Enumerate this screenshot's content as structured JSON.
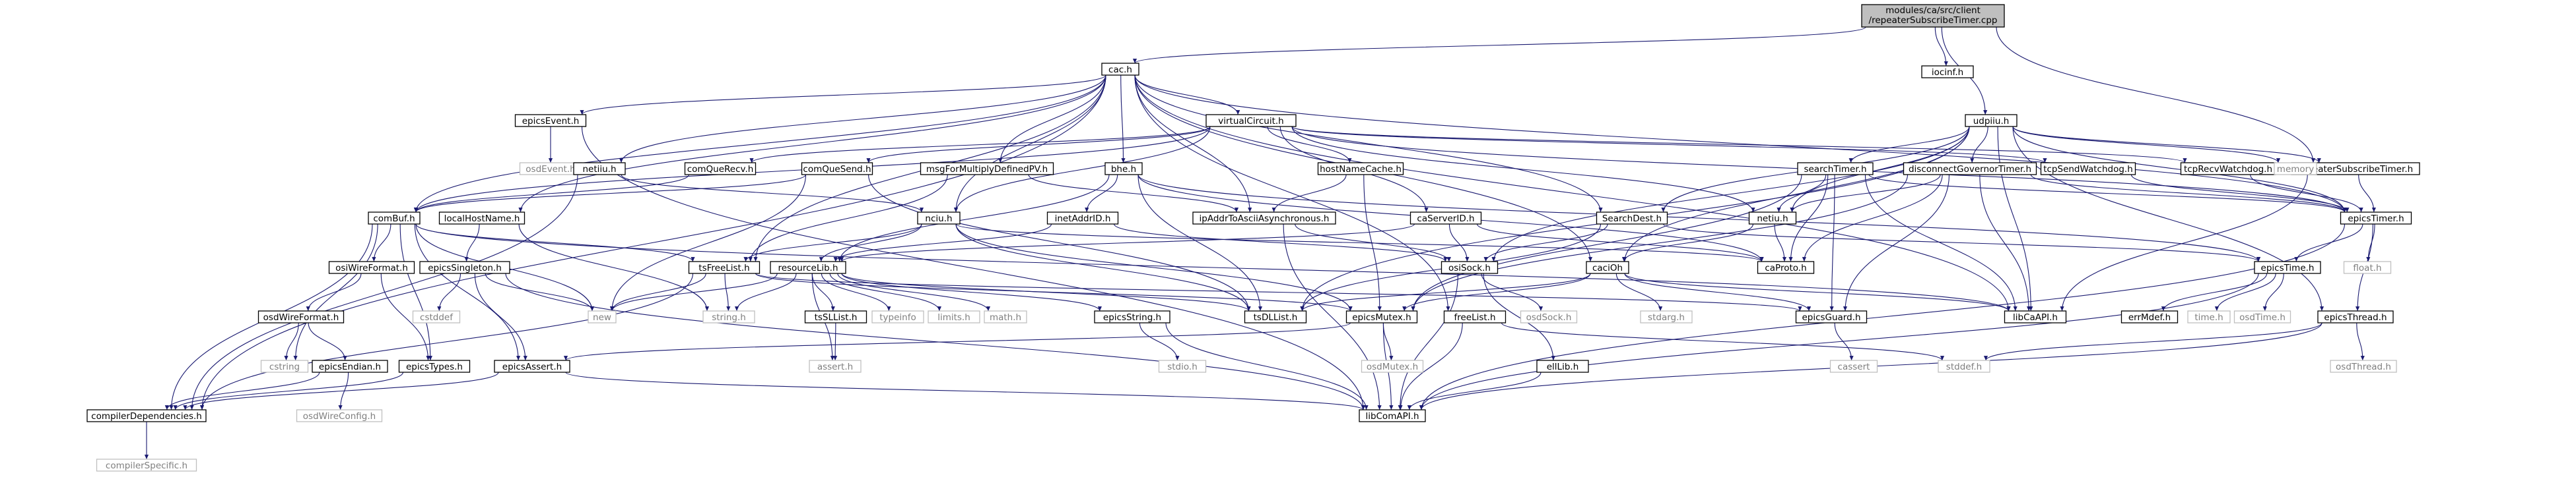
{
  "colors": {
    "edge": "#191970",
    "node_border": "#000000",
    "node_fill": "#ffffff",
    "external_border": "#bfbfbf",
    "external_text": "#7f7f7f",
    "root_fill": "#bfbfbf",
    "text": "#000000"
  },
  "nodes": [
    {
      "id": "root",
      "label": [
        "modules/ca/src/client",
        "/repeaterSubscribeTimer.cpp"
      ],
      "kind": "root"
    },
    {
      "id": "cac",
      "label": [
        "cac.h"
      ],
      "kind": "file"
    },
    {
      "id": "iocinf",
      "label": [
        "iocinf.h"
      ],
      "kind": "file"
    },
    {
      "id": "udpiiu",
      "label": [
        "udpiiu.h"
      ],
      "kind": "file"
    },
    {
      "id": "repeaterSubscribeTimer",
      "label": [
        "repeaterSubscribeTimer.h"
      ],
      "kind": "file"
    },
    {
      "id": "epicsEvent",
      "label": [
        "epicsEvent.h"
      ],
      "kind": "file"
    },
    {
      "id": "virtualCircuit",
      "label": [
        "virtualCircuit.h"
      ],
      "kind": "file"
    },
    {
      "id": "osdEvent",
      "label": [
        "osdEvent.h"
      ],
      "kind": "external"
    },
    {
      "id": "netiiu",
      "label": [
        "netiiu.h"
      ],
      "kind": "file"
    },
    {
      "id": "comQueRecv",
      "label": [
        "comQueRecv.h"
      ],
      "kind": "file"
    },
    {
      "id": "comQueSend",
      "label": [
        "comQueSend.h"
      ],
      "kind": "file"
    },
    {
      "id": "msgForMultiplyDefinedPV",
      "label": [
        "msgForMultiplyDefinedPV.h"
      ],
      "kind": "file"
    },
    {
      "id": "bhe",
      "label": [
        "bhe.h"
      ],
      "kind": "file"
    },
    {
      "id": "hostNameCache",
      "label": [
        "hostNameCache.h"
      ],
      "kind": "file"
    },
    {
      "id": "searchTimer",
      "label": [
        "searchTimer.h"
      ],
      "kind": "file"
    },
    {
      "id": "disconnectGovernorTimer",
      "label": [
        "disconnectGovernorTimer.h"
      ],
      "kind": "file"
    },
    {
      "id": "tcpSendWatchdog",
      "label": [
        "tcpSendWatchdog.h"
      ],
      "kind": "file"
    },
    {
      "id": "tcpRecvWatchdog",
      "label": [
        "tcpRecvWatchdog.h"
      ],
      "kind": "file"
    },
    {
      "id": "memory",
      "label": [
        "memory"
      ],
      "kind": "external"
    },
    {
      "id": "comBuf",
      "label": [
        "comBuf.h"
      ],
      "kind": "file"
    },
    {
      "id": "localHostName",
      "label": [
        "localHostName.h"
      ],
      "kind": "file"
    },
    {
      "id": "nciu",
      "label": [
        "nciu.h"
      ],
      "kind": "file"
    },
    {
      "id": "inetAddrID",
      "label": [
        "inetAddrID.h"
      ],
      "kind": "file"
    },
    {
      "id": "ipAddrToAsciiAsynchronous",
      "label": [
        "ipAddrToAsciiAsynchronous.h"
      ],
      "kind": "file"
    },
    {
      "id": "caServerID",
      "label": [
        "caServerID.h"
      ],
      "kind": "file"
    },
    {
      "id": "SearchDest",
      "label": [
        "SearchDest.h"
      ],
      "kind": "file"
    },
    {
      "id": "netiu",
      "label": [
        "netiu.h"
      ],
      "kind": "file"
    },
    {
      "id": "epicsTimer",
      "label": [
        "epicsTimer.h"
      ],
      "kind": "file"
    },
    {
      "id": "osiWireFormat",
      "label": [
        "osiWireFormat.h"
      ],
      "kind": "file"
    },
    {
      "id": "epicsSingleton",
      "label": [
        "epicsSingleton.h"
      ],
      "kind": "file"
    },
    {
      "id": "tsFreeList",
      "label": [
        "tsFreeList.h"
      ],
      "kind": "file"
    },
    {
      "id": "resourceLib",
      "label": [
        "resourceLib.h"
      ],
      "kind": "file"
    },
    {
      "id": "osiSock",
      "label": [
        "osiSock.h"
      ],
      "kind": "file"
    },
    {
      "id": "caProto",
      "label": [
        "caProto.h"
      ],
      "kind": "file"
    },
    {
      "id": "caciOh",
      "label": [
        "caciOh"
      ],
      "kind": "file"
    },
    {
      "id": "epicsTime",
      "label": [
        "epicsTime.h"
      ],
      "kind": "file"
    },
    {
      "id": "float",
      "label": [
        "float.h"
      ],
      "kind": "external"
    },
    {
      "id": "osdWireFormat",
      "label": [
        "osdWireFormat.h"
      ],
      "kind": "file"
    },
    {
      "id": "cstddef",
      "label": [
        "cstddef"
      ],
      "kind": "external"
    },
    {
      "id": "new",
      "label": [
        "new"
      ],
      "kind": "external"
    },
    {
      "id": "string",
      "label": [
        "string.h"
      ],
      "kind": "external"
    },
    {
      "id": "tsSLList",
      "label": [
        "tsSLList.h"
      ],
      "kind": "file"
    },
    {
      "id": "typeinfo",
      "label": [
        "typeinfo"
      ],
      "kind": "external"
    },
    {
      "id": "limits",
      "label": [
        "limits.h"
      ],
      "kind": "external"
    },
    {
      "id": "math",
      "label": [
        "math.h"
      ],
      "kind": "external"
    },
    {
      "id": "epicsString",
      "label": [
        "epicsString.h"
      ],
      "kind": "file"
    },
    {
      "id": "tsDLList",
      "label": [
        "tsDLList.h"
      ],
      "kind": "file"
    },
    {
      "id": "epicsMutex",
      "label": [
        "epicsMutex.h"
      ],
      "kind": "file"
    },
    {
      "id": "freeList",
      "label": [
        "freeList.h"
      ],
      "kind": "file"
    },
    {
      "id": "osdSock",
      "label": [
        "osdSock.h"
      ],
      "kind": "external"
    },
    {
      "id": "stdarg",
      "label": [
        "stdarg.h"
      ],
      "kind": "external"
    },
    {
      "id": "epicsGuard",
      "label": [
        "epicsGuard.h"
      ],
      "kind": "file"
    },
    {
      "id": "libCaAPI",
      "label": [
        "libCaAPI.h"
      ],
      "kind": "file"
    },
    {
      "id": "errMdef",
      "label": [
        "errMdef.h"
      ],
      "kind": "file"
    },
    {
      "id": "time",
      "label": [
        "time.h"
      ],
      "kind": "external"
    },
    {
      "id": "osdTime",
      "label": [
        "osdTime.h"
      ],
      "kind": "external"
    },
    {
      "id": "epicsThread",
      "label": [
        "epicsThread.h"
      ],
      "kind": "file"
    },
    {
      "id": "cstring",
      "label": [
        "cstring"
      ],
      "kind": "external"
    },
    {
      "id": "epicsEndian",
      "label": [
        "epicsEndian.h"
      ],
      "kind": "file"
    },
    {
      "id": "epicsTypes",
      "label": [
        "epicsTypes.h"
      ],
      "kind": "file"
    },
    {
      "id": "epicsAssert",
      "label": [
        "epicsAssert.h"
      ],
      "kind": "file"
    },
    {
      "id": "assert",
      "label": [
        "assert.h"
      ],
      "kind": "external"
    },
    {
      "id": "stdio",
      "label": [
        "stdio.h"
      ],
      "kind": "external"
    },
    {
      "id": "osdMutex",
      "label": [
        "osdMutex.h"
      ],
      "kind": "external"
    },
    {
      "id": "ellLib",
      "label": [
        "ellLib.h"
      ],
      "kind": "file"
    },
    {
      "id": "cassert",
      "label": [
        "cassert"
      ],
      "kind": "external"
    },
    {
      "id": "stddef",
      "label": [
        "stddef.h"
      ],
      "kind": "external"
    },
    {
      "id": "osdThread",
      "label": [
        "osdThread.h"
      ],
      "kind": "external"
    },
    {
      "id": "osdWireConfig",
      "label": [
        "osdWireConfig.h"
      ],
      "kind": "external"
    },
    {
      "id": "compilerDependencies",
      "label": [
        "compilerDependencies.h"
      ],
      "kind": "file"
    },
    {
      "id": "libComAPI",
      "label": [
        "libComAPI.h"
      ],
      "kind": "file"
    },
    {
      "id": "compilerSpecific",
      "label": [
        "compilerSpecific.h"
      ],
      "kind": "external"
    }
  ],
  "edges": [
    [
      "root",
      "cac"
    ],
    [
      "root",
      "iocinf"
    ],
    [
      "root",
      "udpiiu"
    ],
    [
      "root",
      "repeaterSubscribeTimer"
    ],
    [
      "cac",
      "epicsEvent"
    ],
    [
      "cac",
      "virtualCircuit"
    ],
    [
      "cac",
      "netiiu"
    ],
    [
      "cac",
      "localHostName"
    ],
    [
      "cac",
      "comBuf"
    ],
    [
      "cac",
      "nciu"
    ],
    [
      "cac",
      "msgForMultiplyDefinedPV"
    ],
    [
      "cac",
      "bhe"
    ],
    [
      "cac",
      "ipAddrToAsciiAsynchronous"
    ],
    [
      "cac",
      "SearchDest"
    ],
    [
      "cac",
      "freeList"
    ],
    [
      "cac",
      "epicsTimer"
    ],
    [
      "cac",
      "libCaAPI"
    ],
    [
      "cac",
      "caciOh"
    ],
    [
      "cac",
      "compilerDependencies"
    ],
    [
      "cac",
      "tsFreeList"
    ],
    [
      "epicsEvent",
      "osdEvent"
    ],
    [
      "epicsEvent",
      "libComAPI"
    ],
    [
      "virtualCircuit",
      "comQueRecv"
    ],
    [
      "virtualCircuit",
      "comQueSend"
    ],
    [
      "virtualCircuit",
      "tcpSendWatchdog"
    ],
    [
      "virtualCircuit",
      "tcpRecvWatchdog"
    ],
    [
      "virtualCircuit",
      "caServerID"
    ],
    [
      "virtualCircuit",
      "hostNameCache"
    ],
    [
      "virtualCircuit",
      "comBuf"
    ],
    [
      "virtualCircuit",
      "nciu"
    ],
    [
      "virtualCircuit",
      "netiu"
    ],
    [
      "virtualCircuit",
      "epicsTimer"
    ],
    [
      "udpiiu",
      "searchTimer"
    ],
    [
      "udpiiu",
      "disconnectGovernorTimer"
    ],
    [
      "udpiiu",
      "repeaterSubscribeTimer"
    ],
    [
      "udpiiu",
      "memory"
    ],
    [
      "udpiiu",
      "netiu"
    ],
    [
      "udpiiu",
      "osiSock"
    ],
    [
      "udpiiu",
      "caciOh"
    ],
    [
      "udpiiu",
      "libCaAPI"
    ],
    [
      "udpiiu",
      "epicsTimer"
    ],
    [
      "udpiiu",
      "SearchDest"
    ],
    [
      "udpiiu",
      "epicsThread"
    ],
    [
      "udpiiu",
      "tsDLList"
    ],
    [
      "repeaterSubscribeTimer",
      "epicsTimer"
    ],
    [
      "repeaterSubscribeTimer",
      "libCaAPI"
    ],
    [
      "netiiu",
      "nciu"
    ],
    [
      "netiiu",
      "compilerDependencies"
    ],
    [
      "comQueRecv",
      "comBuf"
    ],
    [
      "comQueSend",
      "comBuf"
    ],
    [
      "comQueSend",
      "tsDLList"
    ],
    [
      "comQueSend",
      "new"
    ],
    [
      "msgForMultiplyDefinedPV",
      "ipAddrToAsciiAsynchronous"
    ],
    [
      "msgForMultiplyDefinedPV",
      "tsFreeList"
    ],
    [
      "bhe",
      "inetAddrID"
    ],
    [
      "bhe",
      "resourceLib"
    ],
    [
      "bhe",
      "tsDLList"
    ],
    [
      "bhe",
      "caProto"
    ],
    [
      "bhe",
      "epicsTime"
    ],
    [
      "hostNameCache",
      "ipAddrToAsciiAsynchronous"
    ],
    [
      "hostNameCache",
      "epicsMutex"
    ],
    [
      "searchTimer",
      "netiu"
    ],
    [
      "searchTimer",
      "caProto"
    ],
    [
      "searchTimer",
      "epicsTimer"
    ],
    [
      "searchTimer",
      "epicsMutex"
    ],
    [
      "searchTimer",
      "libCaAPI"
    ],
    [
      "searchTimer",
      "epicsGuard"
    ],
    [
      "disconnectGovernorTimer",
      "netiu"
    ],
    [
      "disconnectGovernorTimer",
      "caProto"
    ],
    [
      "disconnectGovernorTimer",
      "epicsTimer"
    ],
    [
      "disconnectGovernorTimer",
      "epicsMutex"
    ],
    [
      "disconnectGovernorTimer",
      "libCaAPI"
    ],
    [
      "disconnectGovernorTimer",
      "epicsGuard"
    ],
    [
      "tcpSendWatchdog",
      "epicsTimer"
    ],
    [
      "tcpRecvWatchdog",
      "epicsTimer"
    ],
    [
      "comBuf",
      "osiWireFormat"
    ],
    [
      "comBuf",
      "tsFreeList"
    ],
    [
      "comBuf",
      "epicsTypes"
    ],
    [
      "comBuf",
      "epicsAssert"
    ],
    [
      "comBuf",
      "new"
    ],
    [
      "comBuf",
      "cstring"
    ],
    [
      "comBuf",
      "compilerDependencies"
    ],
    [
      "comBuf",
      "libCaAPI"
    ],
    [
      "localHostName",
      "epicsSingleton"
    ],
    [
      "localHostName",
      "string"
    ],
    [
      "nciu",
      "resourceLib"
    ],
    [
      "nciu",
      "tsDLList"
    ],
    [
      "nciu",
      "tsFreeList"
    ],
    [
      "nciu",
      "epicsMutex"
    ],
    [
      "nciu",
      "caProto"
    ],
    [
      "inetAddrID",
      "resourceLib"
    ],
    [
      "inetAddrID",
      "osiSock"
    ],
    [
      "ipAddrToAsciiAsynchronous",
      "osiSock"
    ],
    [
      "ipAddrToAsciiAsynchronous",
      "libComAPI"
    ],
    [
      "caServerID",
      "osiSock"
    ],
    [
      "caServerID",
      "resourceLib"
    ],
    [
      "caServerID",
      "caProto"
    ],
    [
      "SearchDest",
      "osiSock"
    ],
    [
      "SearchDest",
      "tsDLList"
    ],
    [
      "SearchDest",
      "epicsTime"
    ],
    [
      "netiu",
      "caciOh"
    ],
    [
      "netiu",
      "caProto"
    ],
    [
      "epicsTimer",
      "epicsTime"
    ],
    [
      "epicsTimer",
      "epicsThread"
    ],
    [
      "epicsTimer",
      "float"
    ],
    [
      "epicsTimer",
      "libComAPI"
    ],
    [
      "osiWireFormat",
      "osdWireFormat"
    ],
    [
      "osiWireFormat",
      "epicsTypes"
    ],
    [
      "epicsSingleton",
      "cstddef"
    ],
    [
      "epicsSingleton",
      "new"
    ],
    [
      "epicsSingleton",
      "epicsAssert"
    ],
    [
      "epicsSingleton",
      "libComAPI"
    ],
    [
      "tsFreeList",
      "new"
    ],
    [
      "tsFreeList",
      "string"
    ],
    [
      "tsFreeList",
      "compilerDependencies"
    ],
    [
      "tsFreeList",
      "epicsMutex"
    ],
    [
      "tsFreeList",
      "epicsGuard"
    ],
    [
      "resourceLib",
      "new"
    ],
    [
      "resourceLib",
      "string"
    ],
    [
      "resourceLib",
      "tsSLList"
    ],
    [
      "resourceLib",
      "typeinfo"
    ],
    [
      "resourceLib",
      "limits"
    ],
    [
      "resourceLib",
      "math"
    ],
    [
      "resourceLib",
      "epicsString"
    ],
    [
      "resourceLib",
      "tsDLList"
    ],
    [
      "resourceLib",
      "assert"
    ],
    [
      "osiSock",
      "osdSock"
    ],
    [
      "osiSock",
      "ellLib"
    ],
    [
      "osiSock",
      "libComAPI"
    ],
    [
      "caciOh",
      "stdarg"
    ],
    [
      "caciOh",
      "epicsGuard"
    ],
    [
      "caciOh",
      "tsDLList"
    ],
    [
      "caciOh",
      "epicsMutex"
    ],
    [
      "caciOh",
      "libCaAPI"
    ],
    [
      "epicsTime",
      "errMdef"
    ],
    [
      "epicsTime",
      "time"
    ],
    [
      "epicsTime",
      "osdTime"
    ],
    [
      "epicsTime",
      "libComAPI"
    ],
    [
      "osdWireFormat",
      "cstring"
    ],
    [
      "osdWireFormat",
      "epicsEndian"
    ],
    [
      "epicsEndian",
      "osdWireConfig"
    ],
    [
      "epicsEndian",
      "compilerDependencies"
    ],
    [
      "tsSLList",
      "assert"
    ],
    [
      "epicsString",
      "stdio"
    ],
    [
      "epicsString",
      "libComAPI"
    ],
    [
      "epicsMutex",
      "osdMutex"
    ],
    [
      "epicsMutex",
      "libComAPI"
    ],
    [
      "epicsMutex",
      "epicsAssert"
    ],
    [
      "freeList",
      "stddef"
    ],
    [
      "freeList",
      "libComAPI"
    ],
    [
      "epicsGuard",
      "cassert"
    ],
    [
      "epicsThread",
      "stddef"
    ],
    [
      "epicsThread",
      "osdThread"
    ],
    [
      "epicsThread",
      "libComAPI"
    ],
    [
      "epicsTypes",
      "compilerDependencies"
    ],
    [
      "epicsAssert",
      "compilerDependencies"
    ],
    [
      "epicsAssert",
      "libComAPI"
    ],
    [
      "compilerDependencies",
      "compilerSpecific"
    ],
    [
      "ellLib",
      "libComAPI"
    ]
  ]
}
